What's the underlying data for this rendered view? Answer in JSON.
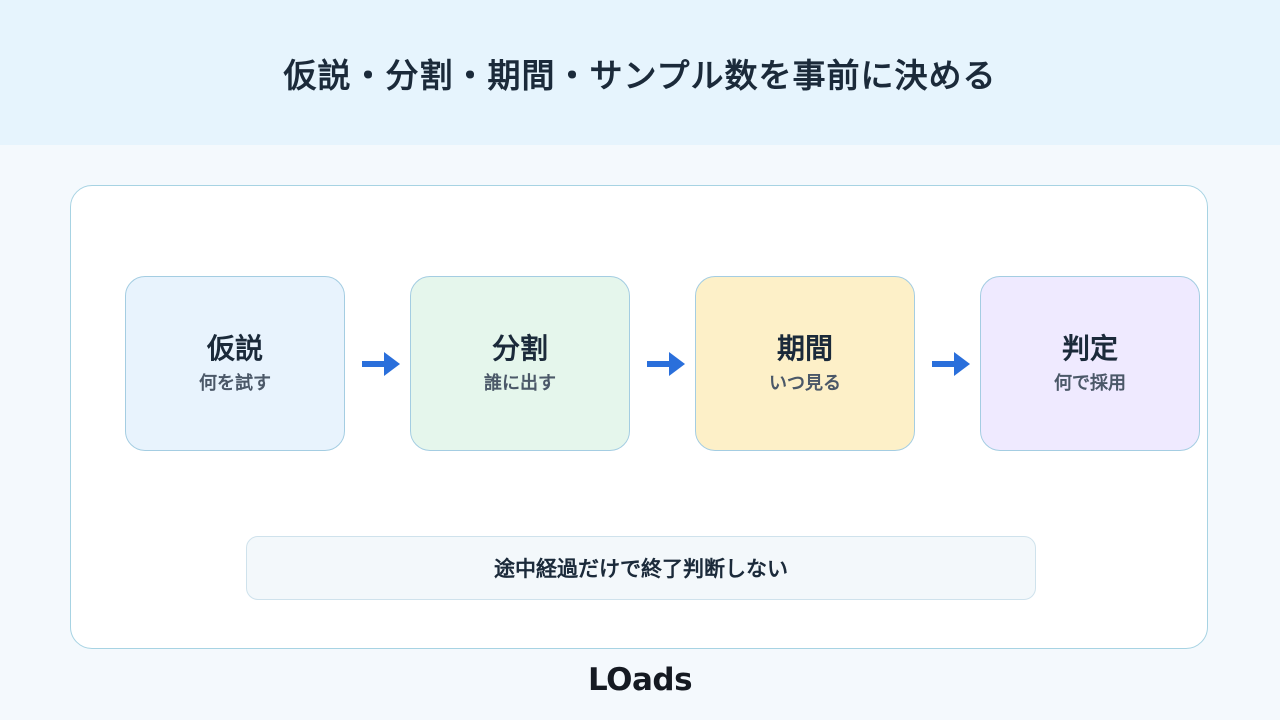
{
  "header": {
    "title": "仮説・分割・期間・サンプル数を事前に決める"
  },
  "steps": [
    {
      "title": "仮説",
      "subtitle": "何を試す"
    },
    {
      "title": "分割",
      "subtitle": "誰に出す"
    },
    {
      "title": "期間",
      "subtitle": "いつ見る"
    },
    {
      "title": "判定",
      "subtitle": "何で採用"
    }
  ],
  "note": {
    "text": "途中経過だけで終了判断しない"
  },
  "footer": {
    "logo": "LOads"
  },
  "colors": {
    "arrow": "#2a6fdb",
    "header_bg": "#e6f4fd",
    "step1_bg": "#e8f3fd",
    "step2_bg": "#e5f6ec",
    "step3_bg": "#fdf0c8",
    "step4_bg": "#efeaff"
  }
}
